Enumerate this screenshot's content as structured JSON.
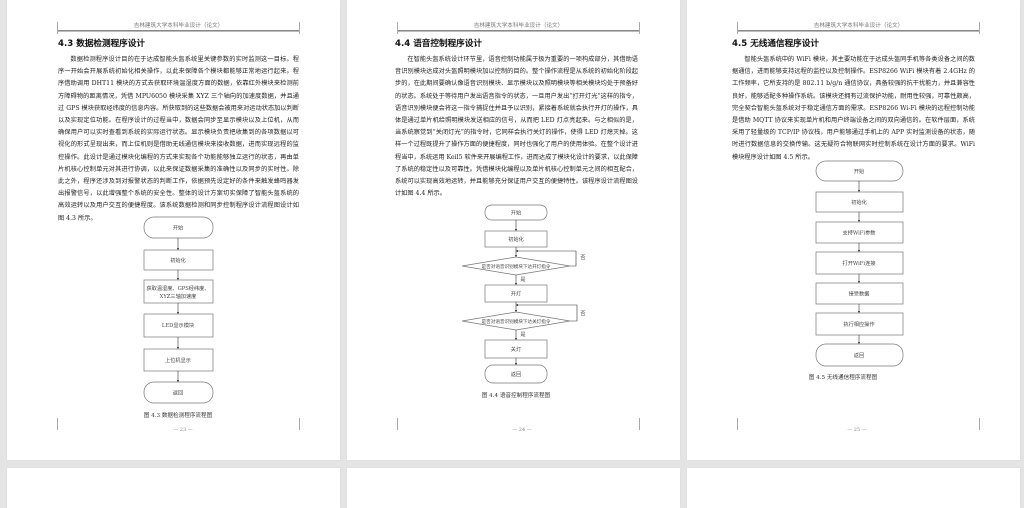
{
  "viewer": {
    "background_color": "#e4e4e4"
  },
  "running_header": "吉林建筑大学本科毕业设计（论文）",
  "pages": [
    {
      "heading": "4.3  数据检测程序设计",
      "paragraph": "数据检测程序设计目的在于达成智能头盔系统里关键参数的实时监测这一目标。程序一开始会开展系统初始化相关操作，以此来保障各个模块都能够正常地运行起来。程序借助调用 DHT11 模块的方式去获取环境温湿度方面的数据，依靠红外模块来检测前方障碍物的距离情况，凭借 MPU6050 模块采集 XYZ 三个轴向的加速度数据，并且通过 GPS 模块获取经纬度的信息内容。所获取到的这些数据会被用来对运动状态加以判断以及实现定位功能。在程序设计的过程当中，数据会同步至显示模块以及上位机，从而确保用户可以实时查看到系统的实际运行状态。显示模块负责把收集到的各项数据以可视化的形式呈现出来，而上位机则是借助无线通信模块来接收数据，进而实现远程的监控操作。此设计是通过模块化编程的方式来实现各个功能能够独立运行的状态，再由单片机核心控制单元对其进行协调，以此来保证数据采集的准确性以及同步的实时性。除此之外，程序还涉及到对报警状态的判断工作，依据预先设定好的条件来触发蜂鸣器发出报警信号，以此增强整个系统的安全性。整体的设计方案切实保障了智能头盔系统的高效运转以及用户交互的便捷程度。该系统数据检测和同步控制程序设计流程图设计如图 4.3 所示。",
      "flow": {
        "start": "开始",
        "init": "初始化",
        "fetch_1": "获取温湿度、GPS经纬度、",
        "fetch_2": "XYZ三轴加速度",
        "led": "LED显示模块",
        "pc": "上位机显示",
        "ret": "返回"
      },
      "caption": "图 4.3 数据检测程序流程图",
      "page_number": "— 23 —"
    },
    {
      "heading": "4.4  语音控制程序设计",
      "paragraph": "在智能头盔系统设计环节里，语音控制功能属于极为重要的一项构成部分，其借助语音识别模块达成对头盔照明模块加以控制的目的。整个操作流程是从系统的初始化阶段起步的，在此期间要确认像语音识别模块、显示模块以及照明模块等相关模块均处于预备好的状态。系统处于等待用户发出语音指令的状态，一旦用户发出“打开灯光”这样的指令，语音识别模块便会将这一指令捕捉住并且予以识别，紧接着系统就会执行开灯的操作，具体是通过单片机给照明模块发送相应的信号，从而把 LED 灯点亮起来。与之相似的是，当系统察觉到“关闭灯光”的指令时，它同样会执行关灯的操作，使得 LED 灯熄灭掉。这样一个过程既提升了操作方面的便捷程度，同时也强化了用户的使用体验。在整个设计进程当中，系统运用 Keil5 软件来开展编程工作，进而达成了模块化设计的要求，以此保障了系统的稳定性以及可靠性。凭借模块化编程以及单片机核心控制单元之间的相互配合，系统可以实现高效地运转，并且能够充分保证用户交互的便捷特性。该程序设计流程图设计如图 4.4 所示。",
      "flow": {
        "start": "开始",
        "init": "初始化",
        "decision_on": "是否对语音识别模块下达开灯指令",
        "on": "开灯",
        "decision_off": "是否对语音识别模块下达关灯指令",
        "off": "关灯",
        "ret": "返回",
        "yes": "是",
        "no": "否"
      },
      "caption": "图 4.4 语音控制程序流程图",
      "page_number": "— 24 —"
    },
    {
      "heading": "4.5  无线通信程序设计",
      "paragraph": "智能头盔系统中的 WiFi 模块，其主要功能在于达成头盔同手机等各类设备之间的数据通信，进而能够支持远程的监控以及控制操作。ESP8266 WiFi 模块有着 2.4GHz 的工作频率，它所支持的是 802.11 b/g/n 通信协议，具备较强的抗干扰能力，并且兼容性良好，能够适配多种操作系统。该模块还拥有过流保护功能，耐用性较强，可靠性颇高，完全契合智能头盔系统对于稳定通信方面的需求。ESP8266 Wi-Fi 模块的远程控制功能是借助 MQTT 协议来实现单片机和用户终端设备之间的双向通信的。在软件层面，系统采用了轻量级的 TCP/IP 协议栈，用户能够通过手机上的 APP 实时监测设备的状态，随时进行数据信息的交换传输。这无疑符合物联网实时控制系统在设计方面的要求。WiFi 模块程序设计如图 4.5 所示。",
      "flow": {
        "start": "开始",
        "init": "初始化",
        "wifi_params": "支持WiFi参数",
        "wifi_connect": "打开WiFi连接",
        "recv": "接受数据",
        "exec": "执行相应操作",
        "ret": "返回"
      },
      "caption": "图 4.5 无线通信程序流程图",
      "page_number": "— 25 —"
    }
  ]
}
